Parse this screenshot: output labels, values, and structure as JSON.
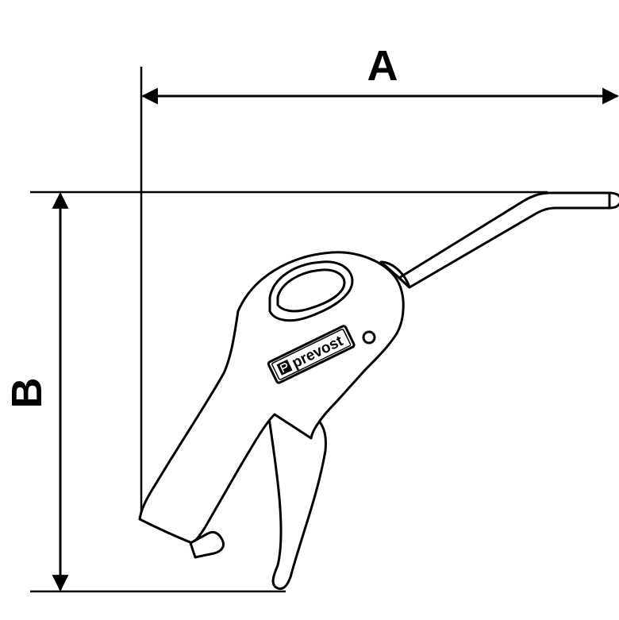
{
  "dimensions": {
    "width_label": "A",
    "height_label": "B"
  },
  "tool": {
    "brand_text": "prevost",
    "brand_icon": "prevost-logo-icon"
  },
  "colors": {
    "ink": "#000000",
    "paper": "#ffffff"
  }
}
